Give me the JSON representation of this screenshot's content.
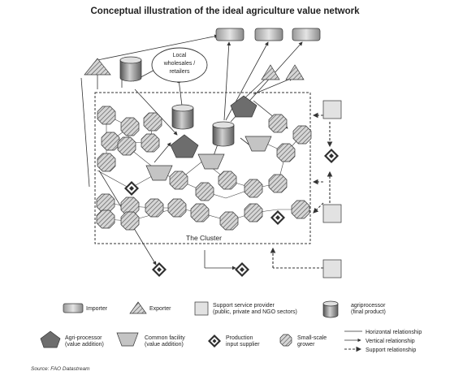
{
  "title": "Conceptual illustration of the ideal agriculture value network",
  "labels": {
    "wholesalers": [
      "Local",
      "wholesales /",
      "retailers"
    ],
    "cluster": "The Cluster"
  },
  "legend": {
    "importer": "Importer",
    "exporter": "Exporter",
    "support": [
      "Support service provider",
      "(public, private and NGO sectors)"
    ],
    "agriprocessor_final": [
      "agriprocessor",
      "(final product)"
    ],
    "agri_processor": [
      "Agri-processor",
      "(value addition)"
    ],
    "common_facility": [
      "Common facility",
      "(value addition)"
    ],
    "input_supplier": [
      "Production",
      "input supplier"
    ],
    "grower": [
      "Small-scale",
      "grower"
    ],
    "horizontal": "Horizontal relationship",
    "vertical": "Vertical relationship",
    "support_rel": "Support relationship"
  },
  "source": "Source: FAO Datastream",
  "colors": {
    "dark_shape": "#707070",
    "light_shape": "#c8c8c8",
    "line": "#333333"
  }
}
